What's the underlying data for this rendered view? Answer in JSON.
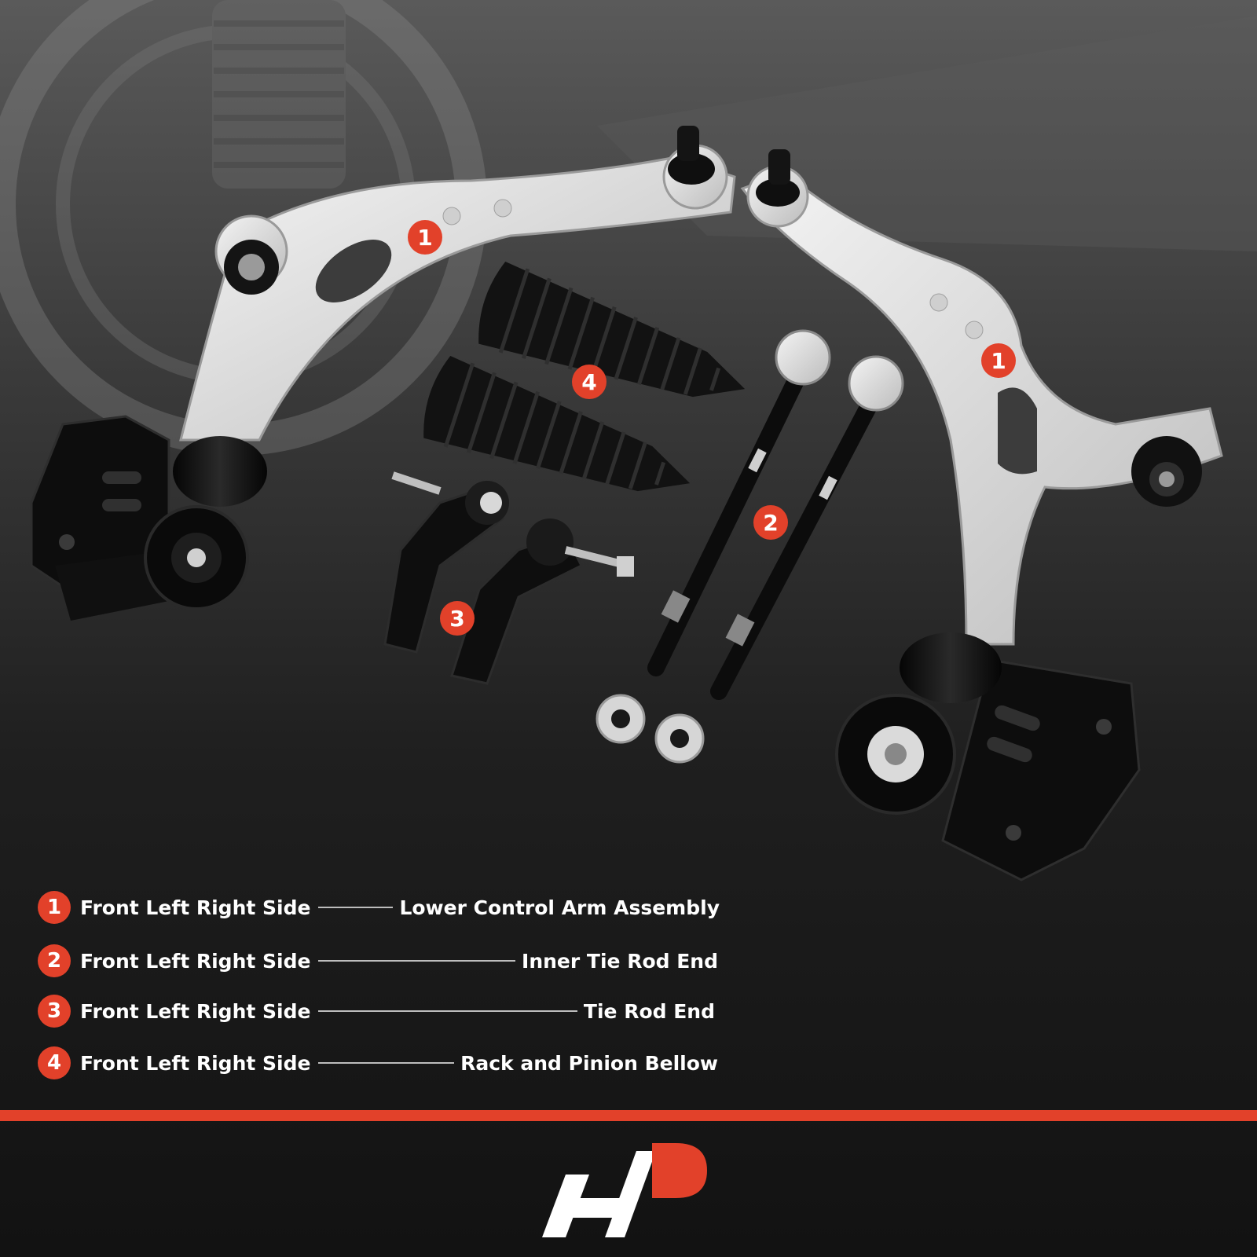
{
  "colors": {
    "accent": "#e2412a",
    "arm": "#e6e6e6",
    "rubber": "#0d0d0d",
    "text": "#ffffff"
  },
  "callouts": [
    {
      "id": "callout-1-left",
      "label": "1"
    },
    {
      "id": "callout-1-right",
      "label": "1"
    },
    {
      "id": "callout-2",
      "label": "2"
    },
    {
      "id": "callout-3",
      "label": "3"
    },
    {
      "id": "callout-4",
      "label": "4"
    }
  ],
  "legend": [
    {
      "num": "1",
      "side": "Front Left Right Side",
      "part": "Lower Control Arm Assembly"
    },
    {
      "num": "2",
      "side": "Front Left Right Side",
      "part": "Inner Tie Rod End"
    },
    {
      "num": "3",
      "side": "Front Left Right Side",
      "part": "Tie Rod End"
    },
    {
      "num": "4",
      "side": "Front Left Right Side",
      "part": "Rack and Pinion Bellow"
    }
  ],
  "logo": {
    "icon": "brand-logo-icon"
  }
}
